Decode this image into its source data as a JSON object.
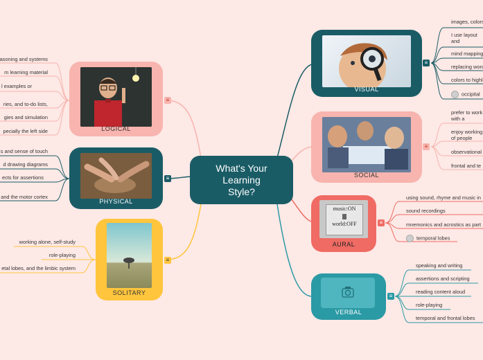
{
  "center": {
    "line1": "What's Your",
    "line2": "Learning",
    "line3": "Style?"
  },
  "topics": {
    "visual": {
      "label": "VISUAL"
    },
    "social": {
      "label": "SOCIAL"
    },
    "aural": {
      "label": "AURAL",
      "sign_top": "music:ON",
      "sign_bottom": "world:OFF"
    },
    "verbal": {
      "label": "VERBAL"
    },
    "logical": {
      "label": "LOGICAL"
    },
    "physical": {
      "label": "PHYSICAL"
    },
    "solitary": {
      "label": "SOLITARY"
    }
  },
  "leaves": {
    "visual": [
      "images, colors",
      "I use layout and associations",
      "mind mapping",
      "replacing words",
      "colors to highlight",
      "occipital"
    ],
    "social": [
      "prefer to work with a group...",
      "enjoy working of people",
      "observational",
      "frontal and te"
    ],
    "aural": [
      "using sound, rhyme and music in",
      "sound recordings",
      "mnemonics and acrostics as part",
      "temporal lobes"
    ],
    "verbal": [
      "speaking and writing",
      "assertions and scripting",
      "reading content aloud",
      "role-playing",
      "temporal and frontal lobes"
    ],
    "logical": [
      "asoning and systems",
      "m learning material",
      "l examples or",
      "ries, and to-do lists,",
      "gies and simulation",
      "pecially the left side"
    ],
    "physical": [
      "s and sense of touch",
      "d drawing diagrams",
      "ects for assertions",
      "and the motor cortex"
    ],
    "solitary": [
      "working alone, self-study",
      "role-playing",
      "etal lobes, and the limbic system"
    ]
  },
  "colors": {
    "background": "#fde9e6",
    "visual": "#1a5c66",
    "social": "#f8b4ae",
    "aural": "#ef6b63",
    "verbal": "#2a9aa5",
    "logical": "#f8b4ae",
    "physical": "#1a5c66",
    "solitary": "#ffc53d"
  }
}
